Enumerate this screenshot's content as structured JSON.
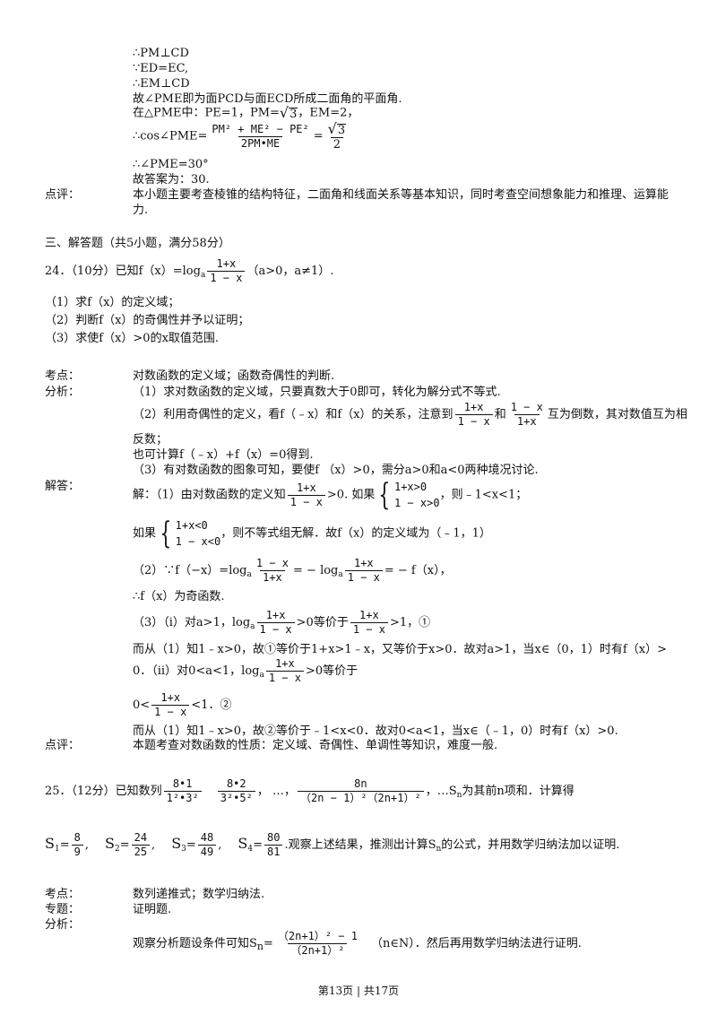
{
  "sol23": {
    "l1": "∴PM⊥CD",
    "l2": "∵ED=EC,",
    "l3": "∴EM⊥CD",
    "l4": "故∠PME即为面PCD与面ECD所成二面角的平面角.",
    "l5_a": "在△PME中：PE=1，PM=",
    "l5_b": "3",
    "l5_c": "，EM=2，",
    "l6_a": "∴cos∠PME=",
    "l6_num": "PM² + ME² − PE²",
    "l6_den": "2PM•ME",
    "l6_eq": "=",
    "l6_r_num": "3",
    "l6_r_den": "2",
    "l7": "∴∠PME=30°",
    "l8": "故答案为：30.",
    "review_label": "点评：",
    "review_1": "本小题主要考查棱锥的结构特征，二面角和线面关系等基本知识，同时考查空间想象能力和推理、运算能",
    "review_2": "力."
  },
  "section3": "三、解答题（共5小题，满分58分）",
  "q24": {
    "stem_a": "24．（10分）已知f（x）=log",
    "stem_sub": "a",
    "frac_num": "1+x",
    "frac_den": "1 − x",
    "stem_b": "（a>0，a≠1）.",
    "p1": "（1）求f（x）的定义域；",
    "p2": "（2）判断f（x）的奇偶性并予以证明；",
    "p3": "（3）求使f（x）>0的x取值范围.",
    "kd_label": "考点：",
    "kd": "对数函数的定义域；函数奇偶性的判断.",
    "fx_label": "分析：",
    "fx1": "（1）求对数函数的定义域，只要真数大于0即可，转化为解分式不等式.",
    "fx2_a": "（2）利用奇偶性的定义，看f（﹣x）和f（x）的关系，注意到",
    "fx2_f1_num": "1+x",
    "fx2_f1_den": "1 − x",
    "fx2_and": "和",
    "fx2_f2_num": "1 − x",
    "fx2_f2_den": "1+x",
    "fx2_b": "互为倒数，其对数值互为相",
    "fx3": "反数；",
    "fx4": "也可计算f（﹣x）+f（x）=0得到.",
    "fx5": "（3）有对数函数的图象可知，要使f （x）>0，需分a>0和a<0两种境况讨论.",
    "jd_label": "解答：",
    "s1_a": "解：（1）由对数函数的定义知",
    "s1_num": "1+x",
    "s1_den": "1 − x",
    "s1_b": ">0. 如果",
    "s1_sys1": "1+x>0",
    "s1_sys2": "1 − x>0",
    "s1_c": "，则﹣1<x<1；",
    "s2_a": "如果",
    "s2_sys1": "1+x<0",
    "s2_sys2": "1 − x<0",
    "s2_b": "，则不等式组无解．故f（x）的定义域为（﹣1，1）",
    "s3_a": "（2）∵f（−x）=log",
    "s3_sub1": "a",
    "s3_f1_num": "1 − x",
    "s3_f1_den": "1+x",
    "s3_b": "= − log",
    "s3_sub2": "a",
    "s3_f2_num": "1+x",
    "s3_f2_den": "1 − x",
    "s3_c": "= − f（x），",
    "s4": "∴f（x）为奇函数.",
    "s5_a": "（3）（ⅰ）对a>1，log",
    "s5_sub": "a",
    "s5_f1_num": "1+x",
    "s5_f1_den": "1 − x",
    "s5_b": ">0等价于",
    "s5_f2_num": "1+x",
    "s5_f2_den": "1 − x",
    "s5_c": ">1，①",
    "s6": "而从（1）知1﹣x>0，故①等价于1+x>1﹣x，又等价于x>0．故对a>1，当x∈（0，1）时有f（x）>",
    "s7_a": "0．（ⅱ）对0<a<1，log",
    "s7_sub": "a",
    "s7_num": "1+x",
    "s7_den": "1 − x",
    "s7_b": ">0等价于",
    "s8_a": "0<",
    "s8_num": "1+x",
    "s8_den": "1 − x",
    "s8_b": "<1．②",
    "s9": "而从（1）知1﹣x>0，故②等价于﹣1<x<0．故对0<a<1，当x∈（﹣1，0）时有f（x）>0.",
    "dp_label": "点评：",
    "dp": "本题考查对数函数的性质：定义域、奇偶性、单调性等知识，难度一般."
  },
  "q25": {
    "stem_a": "25．（12分）已知数列",
    "t1_num": "8•1",
    "t1_den": "1²•3²",
    "t2_num": "8•2",
    "t2_den": "3²•5²",
    "dots1": "，  …，",
    "t3_num": "8n",
    "t3_den": "（2n − 1）²（2n+1）²",
    "stem_b": "，…S",
    "stem_sub": "n",
    "stem_c": "为其前n项和．计算得",
    "s1": "S",
    "s1_sub": "1",
    "s1_num": "8",
    "s1_den": "9",
    "s2": "S",
    "s2_sub": "2",
    "s2_num": "24",
    "s2_den": "25",
    "s3": "S",
    "s3_sub": "3",
    "s3_num": "48",
    "s3_den": "49",
    "s4": "S",
    "s4_sub": "4",
    "s4_num": "80",
    "s4_den": "81",
    "obs_a": ".观察上述结果，推测出计算S",
    "obs_sub": "n",
    "obs_b": "的公式，并用数学归纳法加以证明.",
    "kd_label": "考点：",
    "kd": "数列递推式；数学归纳法.",
    "zt_label": "专题：",
    "zt": "证明题.",
    "fx_label": "分析：",
    "fx_a": "观察分析题设条件可知S",
    "fx_sub": "n",
    "fx_num": "（2n+1）² − 1",
    "fx_den": "（2n+1）²",
    "fx_b": "（n∈N）．然后再用数学归纳法进行证明."
  },
  "footer": "第13页  | 共17页"
}
